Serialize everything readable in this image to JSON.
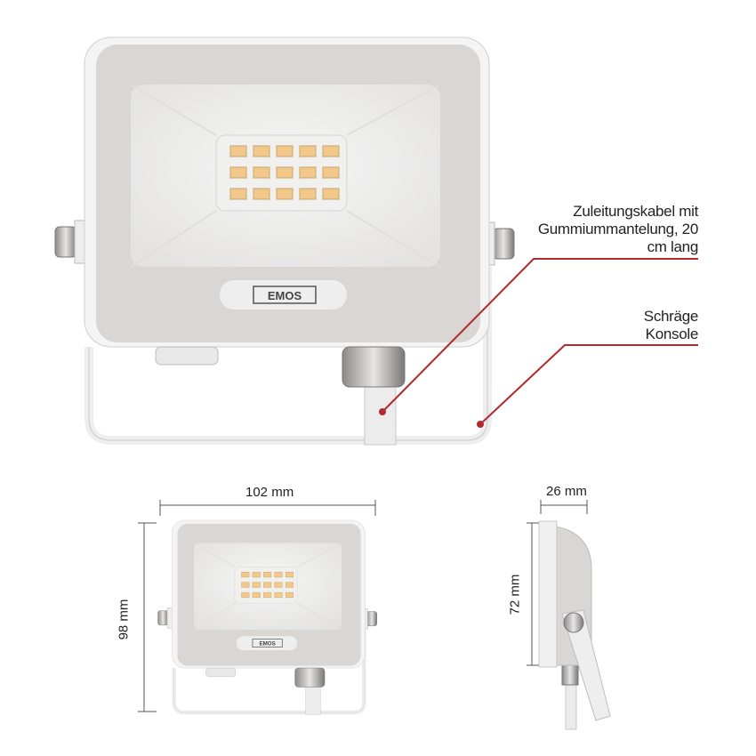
{
  "annotations": {
    "cable": "Zuleitungskabel mit Gummiummantelung, 20 cm lang",
    "bracket": "Schräge Konsole"
  },
  "logo_text": "EMOS",
  "dimensions": {
    "width": "102 mm",
    "height": "98 mm",
    "depth": "26 mm",
    "side_height": "72 mm"
  },
  "colors": {
    "leader": "#b22a2e",
    "led": "#f2c98a",
    "housing": "#d9d6d3"
  }
}
